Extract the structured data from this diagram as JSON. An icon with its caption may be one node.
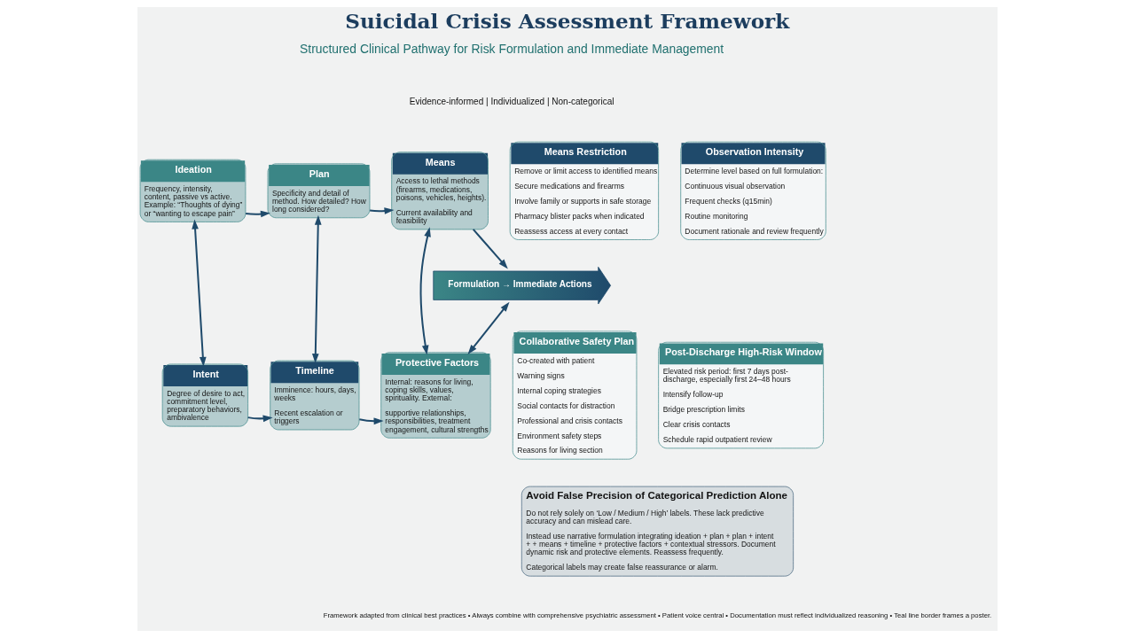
{
  "diagram": {
    "title": "Suicidal Crisis Assessment Framework",
    "caption": "Framework adapted from clinical best practices • Always combine with comprehensive psychiatric assessment • Patient voice central • Documentation must reflect individualized reasoning • Teal line border frames a poster.",
    "nodes": [
      {
        "text": [
          "Ideation",
          "Frequency, intensity, content, passive vs active. Example: “Thoughts of dying” or “wanting to escape pain”"
        ]
      },
      {
        "text": [
          "Plan",
          "Specificity and detail of method. How detailed? How long considered?"
        ]
      },
      {
        "text": [
          "Means",
          "Access to lethal methods (firearms, medications, poisons, vehicles, heights).",
          "Current availability and feasibility"
        ]
      },
      {
        "text": [
          "Intent",
          "Degree of desire to act, commitment level, preparatory behaviors, ambivalence"
        ]
      },
      {
        "text": [
          "Timeline",
          "Imminence: hours, days, weeks",
          "Recent escalation or triggers"
        ]
      },
      {
        "text": [
          "Protective Factors",
          "Internal: reasons for living, coping skills, values, spirituality. External:",
          "supportive relationships, responsibilities, treatment engagement, cultural strengths"
        ]
      },
      {
        "text": [
          "Formulation → Immediate Actions"
        ]
      },
      {
        "text": [
          "Means Restriction",
          "Remove or limit access to identified means",
          "Secure medications and firearms",
          "Involve family or supports in safe storage",
          "Pharmacy blister packs when indicated",
          "Reassess access at every contact"
        ]
      },
      {
        "text": [
          "Observation Intensity",
          "Determine level based on full formulation:",
          "Continuous visual observation",
          "Frequent checks (q15min)",
          "Routine monitoring",
          "Document rationale and review frequently"
        ]
      },
      {
        "text": [
          "Collaborative Safety Plan",
          "Co-created with patient",
          "Warning signs",
          "Internal coping strategies",
          "Social contacts for distraction",
          "Professional and crisis contacts",
          "Environment safety steps",
          "Reasons for living section"
        ]
      },
      {
        "text": [
          "Post-Discharge High-Risk Window",
          "Elevated risk period: first 7 days post-discharge, especially first 24–48 hours",
          "Intensify follow-up",
          "Bridge prescription limits",
          "Clear crisis contacts",
          "Schedule rapid outpatient review"
        ]
      },
      {
        "text": [
          "Avoid False Precision of Categorical Prediction Alone",
          "Do not rely solely on ‘Low / Medium / High’ labels. These lack predictive accuracy and can mislead care.",
          "Instead use narrative formulation integrating ideation + plan + plan + intent + + means + timeline + protective factors + contextual stressors. Document dynamic risk and protective elements. Reassess frequently.",
          "Categorical labels may create false reassurance or alarm."
        ]
      }
    ],
    "edges": [
      {
        "from": 0,
        "to": 1,
        "arrow": "to"
      },
      {
        "from": 1,
        "to": 2,
        "arrow": "to"
      },
      {
        "from": 3,
        "to": 4,
        "arrow": "to"
      },
      {
        "from": 4,
        "to": 5,
        "arrow": "to"
      },
      {
        "from": 0,
        "to": 3,
        "arrow": "both"
      },
      {
        "from": 1,
        "to": 4,
        "arrow": "both"
      },
      {
        "from": 2,
        "to": 5,
        "arrow": "both"
      },
      {
        "from": 2,
        "to": 6,
        "arrow": "to"
      },
      {
        "from": 6,
        "to": 5,
        "arrow": "both"
      }
    ],
    "labels": [
      "Structured Clinical Pathway for Risk Formulation and Immediate Management",
      "Evidence-informed | Individualized | Non-categorical"
    ]
  }
}
